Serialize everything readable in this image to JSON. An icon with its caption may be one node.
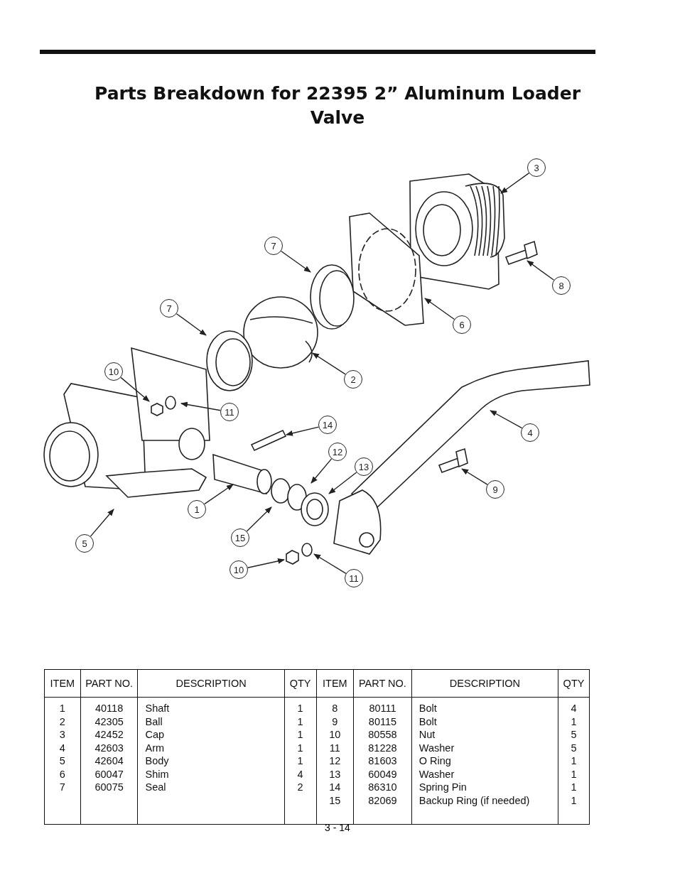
{
  "diagram": {
    "title": "Parts Breakdown for 22395 2” Aluminum Loader Valve",
    "nodes": [
      {
        "text": [
          "3"
        ]
      },
      {
        "text": [
          "7"
        ]
      },
      {
        "text": [
          "8"
        ]
      },
      {
        "text": [
          "7"
        ]
      },
      {
        "text": [
          "6"
        ]
      },
      {
        "text": [
          "2"
        ]
      },
      {
        "text": [
          "10"
        ]
      },
      {
        "text": [
          "11"
        ]
      },
      {
        "text": [
          "14"
        ]
      },
      {
        "text": [
          "4"
        ]
      },
      {
        "text": [
          "12"
        ]
      },
      {
        "text": [
          "13"
        ]
      },
      {
        "text": [
          "9"
        ]
      },
      {
        "text": [
          "1"
        ]
      },
      {
        "text": [
          "15"
        ]
      },
      {
        "text": [
          "5"
        ]
      },
      {
        "text": [
          "10"
        ]
      },
      {
        "text": [
          "11"
        ]
      }
    ],
    "edges": [
      {
        "from": 0,
        "to": null,
        "arrow": "to"
      },
      {
        "from": 1,
        "to": null,
        "arrow": "to"
      },
      {
        "from": 2,
        "to": null,
        "arrow": "to"
      },
      {
        "from": 3,
        "to": null,
        "arrow": "to"
      },
      {
        "from": 4,
        "to": null,
        "arrow": "to"
      },
      {
        "from": 5,
        "to": null,
        "arrow": "to"
      },
      {
        "from": 6,
        "to": null,
        "arrow": "to"
      },
      {
        "from": 7,
        "to": null,
        "arrow": "to"
      },
      {
        "from": 8,
        "to": null,
        "arrow": "to"
      },
      {
        "from": 9,
        "to": null,
        "arrow": "to"
      },
      {
        "from": 10,
        "to": null,
        "arrow": "to"
      },
      {
        "from": 11,
        "to": null,
        "arrow": "to"
      },
      {
        "from": 12,
        "to": null,
        "arrow": "to"
      },
      {
        "from": 13,
        "to": null,
        "arrow": "to"
      },
      {
        "from": 14,
        "to": null,
        "arrow": "to"
      },
      {
        "from": 15,
        "to": null,
        "arrow": "to"
      },
      {
        "from": 16,
        "to": null,
        "arrow": "to"
      },
      {
        "from": 17,
        "to": null,
        "arrow": "to"
      }
    ],
    "labels": [
      "ITEM",
      "PART NO.",
      "DESCRIPTION",
      "QTY",
      "ITEM",
      "PART NO.",
      "DESCRIPTION",
      "QTY",
      "1",
      "40118",
      "Shaft",
      "1",
      "8",
      "80111",
      "Bolt",
      "4",
      "2",
      "42305",
      "Ball",
      "1",
      "9",
      "80115",
      "Bolt",
      "1",
      "3",
      "42452",
      "Cap",
      "1",
      "10",
      "80558",
      "Nut",
      "5",
      "4",
      "42603",
      "Arm",
      "1",
      "11",
      "81228",
      "Washer",
      "5",
      "5",
      "42604",
      "Body",
      "1",
      "12",
      "81603",
      "O Ring",
      "1",
      "6",
      "60047",
      "Shim",
      "4",
      "13",
      "60049",
      "Washer",
      "1",
      "7",
      "60075",
      "Seal",
      "2",
      "14",
      "86310",
      "Spring Pin",
      "1",
      "15",
      "82069",
      "Backup Ring (if needed)",
      "1",
      "3 - 14"
    ]
  }
}
